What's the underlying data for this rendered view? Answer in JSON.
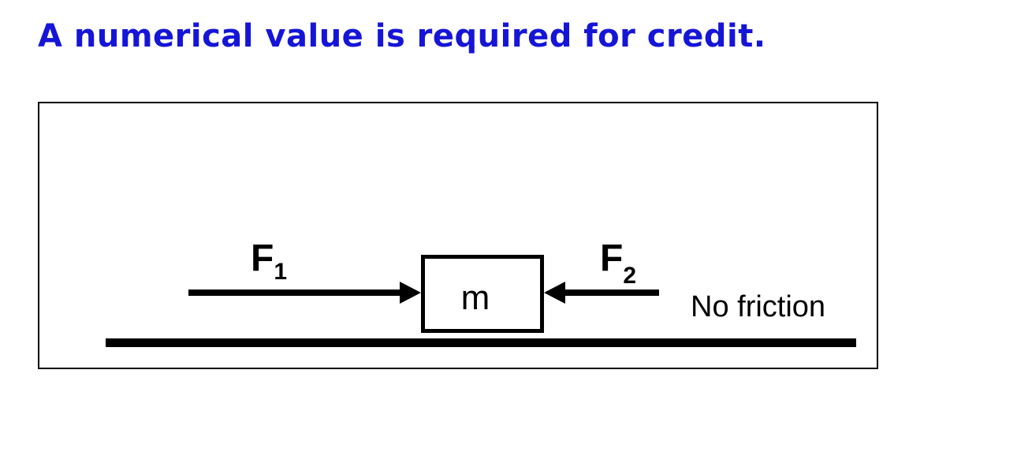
{
  "notice": {
    "text": "A numerical value is required for credit.",
    "color": "#1515d8"
  },
  "diagram": {
    "force_1": {
      "symbol": "F",
      "subscript": "1"
    },
    "force_2": {
      "symbol": "F",
      "subscript": "2"
    },
    "mass_label": "m",
    "surface_note": "No friction",
    "line_color": "#000000"
  }
}
